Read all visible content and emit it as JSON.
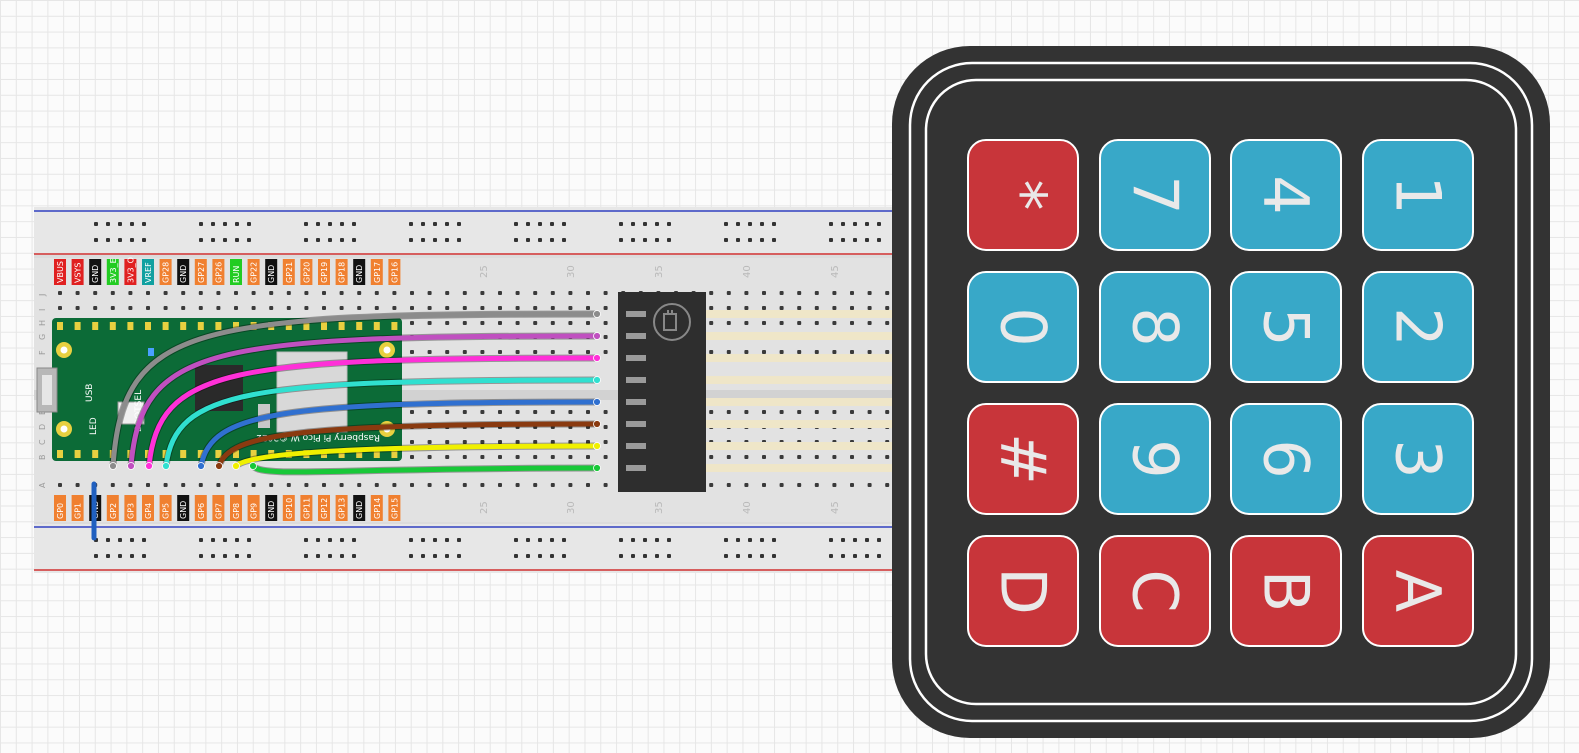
{
  "breadboard": {
    "column_numbers": [
      "25",
      "30",
      "35",
      "40",
      "45"
    ],
    "row_letters_top": [
      "J",
      "I",
      "H",
      "G",
      "F"
    ],
    "row_letters_bottom": [
      "E",
      "D",
      "C",
      "B",
      "A"
    ]
  },
  "pico": {
    "top_pins": [
      {
        "label": "VBUS",
        "color": "#e02020"
      },
      {
        "label": "VSYS",
        "color": "#e02020"
      },
      {
        "label": "GND",
        "color": "#111111"
      },
      {
        "label": "3V3_E",
        "color": "#22cc22"
      },
      {
        "label": "3V3_O",
        "color": "#e02020"
      },
      {
        "label": "VREF",
        "color": "#10a0a0"
      },
      {
        "label": "GP28",
        "color": "#f08030"
      },
      {
        "label": "GND",
        "color": "#111111"
      },
      {
        "label": "GP27",
        "color": "#f08030"
      },
      {
        "label": "GP26",
        "color": "#f08030"
      },
      {
        "label": "RUN",
        "color": "#22cc22"
      },
      {
        "label": "GP22",
        "color": "#f08030"
      },
      {
        "label": "GND",
        "color": "#111111"
      },
      {
        "label": "GP21",
        "color": "#f08030"
      },
      {
        "label": "GP20",
        "color": "#f08030"
      },
      {
        "label": "GP19",
        "color": "#f08030"
      },
      {
        "label": "GP18",
        "color": "#f08030"
      },
      {
        "label": "GND",
        "color": "#111111"
      },
      {
        "label": "GP17",
        "color": "#f08030"
      },
      {
        "label": "GP16",
        "color": "#f08030"
      }
    ],
    "bottom_pins": [
      {
        "label": "GP0",
        "color": "#f08030"
      },
      {
        "label": "GP1",
        "color": "#f08030"
      },
      {
        "label": "GND",
        "color": "#111111"
      },
      {
        "label": "GP2",
        "color": "#f08030"
      },
      {
        "label": "GP3",
        "color": "#f08030"
      },
      {
        "label": "GP4",
        "color": "#f08030"
      },
      {
        "label": "GP5",
        "color": "#f08030"
      },
      {
        "label": "GND",
        "color": "#111111"
      },
      {
        "label": "GP6",
        "color": "#f08030"
      },
      {
        "label": "GP7",
        "color": "#f08030"
      },
      {
        "label": "GP8",
        "color": "#f08030"
      },
      {
        "label": "GP9",
        "color": "#f08030"
      },
      {
        "label": "GND",
        "color": "#111111"
      },
      {
        "label": "GP10",
        "color": "#f08030"
      },
      {
        "label": "GP11",
        "color": "#f08030"
      },
      {
        "label": "GP12",
        "color": "#f08030"
      },
      {
        "label": "GP13",
        "color": "#f08030"
      },
      {
        "label": "GND",
        "color": "#111111"
      },
      {
        "label": "GP14",
        "color": "#f08030"
      },
      {
        "label": "GP15",
        "color": "#f08030"
      }
    ],
    "silkscreen": "Raspberry Pi Pico W ©2022",
    "usb_label": "USB",
    "led_label": "LED",
    "bootsel_label": "BOOTSEL",
    "board_color": "#0c6b37"
  },
  "wires": [
    {
      "color": "#8c8c8c",
      "name": "gray"
    },
    {
      "color": "#c050c0",
      "name": "purple"
    },
    {
      "color": "#ff30d8",
      "name": "magenta"
    },
    {
      "color": "#30e0d0",
      "name": "cyan"
    },
    {
      "color": "#3070d0",
      "name": "blue"
    },
    {
      "color": "#8a3a10",
      "name": "brown"
    },
    {
      "color": "#f0f000",
      "name": "yellow"
    },
    {
      "color": "#18c838",
      "name": "green"
    }
  ],
  "keypad": {
    "rows": [
      [
        {
          "label": "*",
          "type": "red"
        },
        {
          "label": "7",
          "type": "blue"
        },
        {
          "label": "4",
          "type": "blue"
        },
        {
          "label": "1",
          "type": "blue"
        }
      ],
      [
        {
          "label": "0",
          "type": "blue"
        },
        {
          "label": "8",
          "type": "blue"
        },
        {
          "label": "5",
          "type": "blue"
        },
        {
          "label": "2",
          "type": "blue"
        }
      ],
      [
        {
          "label": "#",
          "type": "red"
        },
        {
          "label": "9",
          "type": "blue"
        },
        {
          "label": "6",
          "type": "blue"
        },
        {
          "label": "3",
          "type": "blue"
        }
      ],
      [
        {
          "label": "D",
          "type": "red"
        },
        {
          "label": "C",
          "type": "red"
        },
        {
          "label": "B",
          "type": "red"
        },
        {
          "label": "A",
          "type": "red"
        }
      ]
    ],
    "colors": {
      "red": "#c8353a",
      "blue": "#38a8c8",
      "body": "#333333",
      "border": "#ffffff",
      "text": "#e9e9e9"
    }
  }
}
